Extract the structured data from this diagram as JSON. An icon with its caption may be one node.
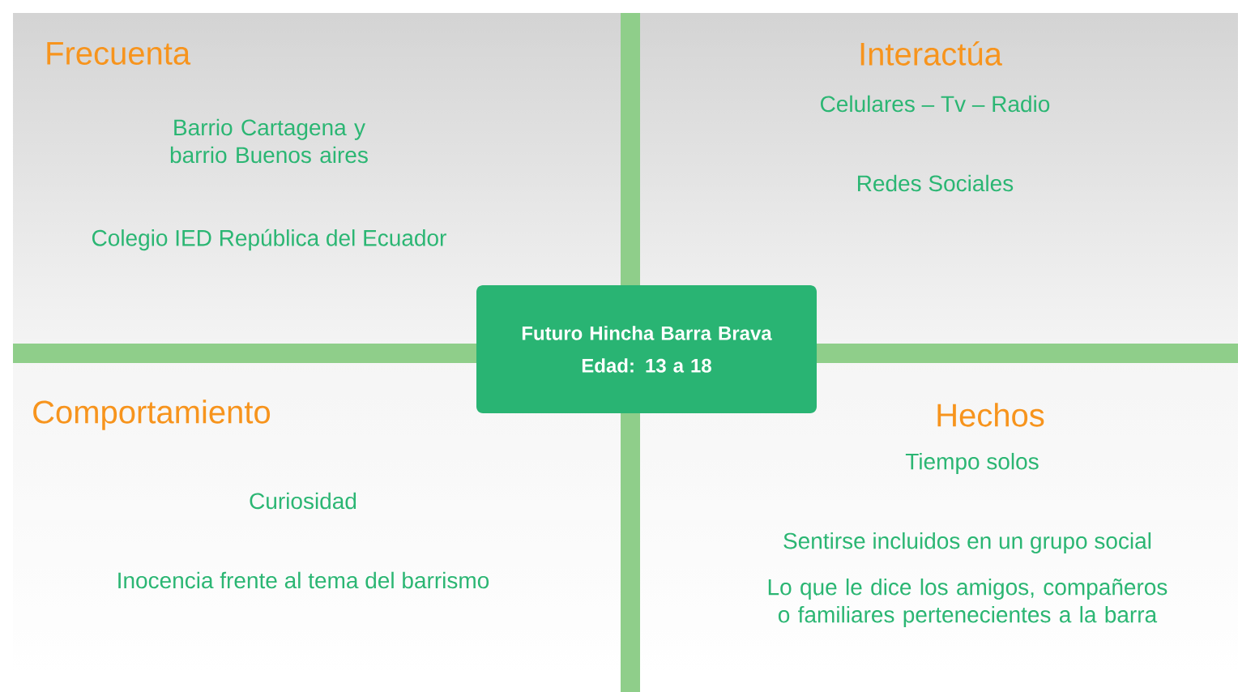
{
  "diagram": {
    "nodes": [
      {
        "text": [
          "Futuro Hincha Barra Brava",
          "Edad: 13 a 18"
        ]
      }
    ],
    "labels": [
      "Frecuenta",
      "Barrio Cartagena y barrio Buenos aires",
      "Colegio IED República del Ecuador",
      "Interactúa",
      "Celulares – Tv – Radio",
      "Redes Sociales",
      "Comportamiento",
      "Curiosidad",
      "Inocencia frente al tema del barrismo",
      "Hechos",
      "Tiempo solos",
      "Sentirse incluidos en un grupo social",
      "Lo que le dice los amigos, compañeros o familiares pertenecientes a la barra"
    ]
  }
}
